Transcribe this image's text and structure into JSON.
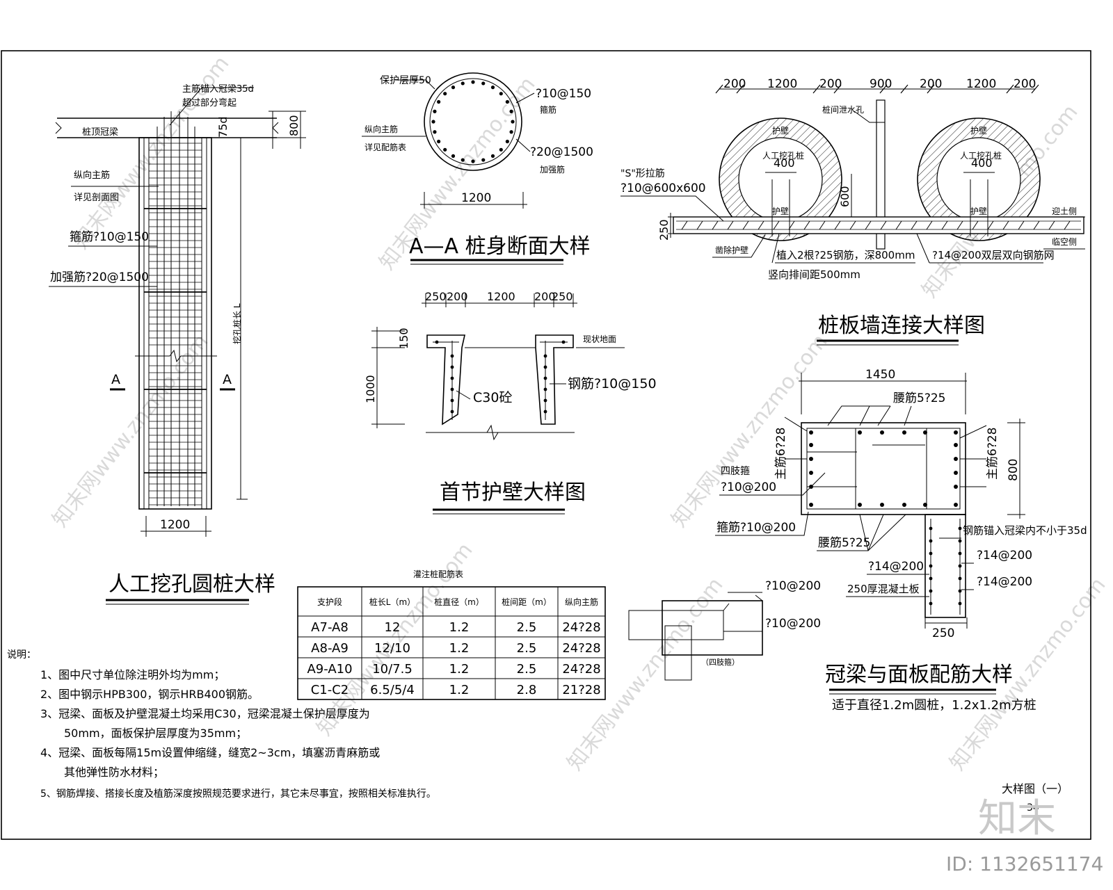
{
  "drawing": {
    "sheet_title": "大样图（一）",
    "sheet_no": "34",
    "logo_text": "知末",
    "id_text": "ID: 1132651174"
  },
  "pile": {
    "title": "人工挖孔圆桩大样",
    "cap_label": "桩顶冠梁",
    "top_note1": "主筋锚入冠梁35d",
    "top_note2": "超过部分弯起",
    "dim_75d": "75d",
    "dim_800": "800",
    "long_bar1": "纵向主筋",
    "long_bar2": "详见剖面图",
    "stirrup": "箍筋?10@150",
    "stiffener": "加强筋?20@1500",
    "length_label": "挖孔桩长 L",
    "section_mark": "A",
    "width": "1200"
  },
  "section_aa": {
    "title": "A—A 桩身断面大样",
    "cover": "保护层厚50",
    "long1": "纵向主筋",
    "long2": "详见配筋表",
    "stirrup_val": "?10@150",
    "stirrup_label": "箍筋",
    "stiff_val": "?20@1500",
    "stiff_label": "加强筋",
    "width": "1200"
  },
  "retaining": {
    "title": "首节护壁大样图",
    "dims": [
      "250",
      "200",
      "1200",
      "200",
      "250"
    ],
    "h150": "150",
    "h1000": "1000",
    "ground": "现状地面",
    "concrete": "C30砼",
    "rebar": "钢筋?10@150"
  },
  "wall_conn": {
    "title": "桩板墙连接大样图",
    "dims": [
      "200",
      "1200",
      "200",
      "900",
      "200",
      "1200",
      "200"
    ],
    "drain": "桩间泄水孔",
    "s_bar1": "\"S\"形拉筋",
    "s_bar2": "?10@600x600",
    "wall_l": "护壁",
    "pile_l": "人工挖孔桩",
    "d400": "400",
    "d600": "600",
    "d250": "250",
    "fill_side": "迎土侧",
    "air_side": "临空侧",
    "chisel": "凿除护壁",
    "insert": "植入2根?25钢筋，深800mm",
    "spacing": "竖向排间距500mm",
    "mesh": "?14@200双层双向钢筋网"
  },
  "cap_beam": {
    "title": "冠梁与面板配筋大样",
    "subtitle": "适于直径1.2m圆桩，1.2x1.2m方桩",
    "w1450": "1450",
    "h800": "800",
    "waist_top": "腰筋5?25",
    "waist_bot": "腰筋5?25",
    "main_l": "主筋6?28",
    "main_r": "主筋6?28",
    "four_leg": "四肢箍",
    "four_leg_val": "?10@200",
    "stirrup": "箍筋?10@200",
    "anchor": "钢筋锚入冠梁内不小于35d",
    "r14a": "?14@200",
    "r14b": "?14@200",
    "l14": "?14@200",
    "panel": "250厚混凝土板",
    "w250": "250"
  },
  "four_leg_detail": {
    "v1": "?10@200",
    "v2": "?10@200",
    "caption": "（四肢箍）"
  },
  "table": {
    "title": "灌注桩配筋表",
    "headers": [
      "支护段",
      "桩长L（m）",
      "桩直径（m）",
      "桩间距（m）",
      "纵向主筋"
    ],
    "rows": [
      [
        "A7-A8",
        "12",
        "1.2",
        "2.5",
        "24?28"
      ],
      [
        "A8-A9",
        "12/10",
        "1.2",
        "2.5",
        "24?28"
      ],
      [
        "A9-A10",
        "10/7.5",
        "1.2",
        "2.5",
        "24?28"
      ],
      [
        "C1-C2",
        "6.5/5/4",
        "1.2",
        "2.8",
        "21?28"
      ]
    ]
  },
  "notes": {
    "heading": "说明：",
    "lines": [
      "1、图中尺寸单位除注明外均为mm；",
      "2、图中钢示HPB300，钢示HRB400钢筋。",
      "3、冠梁、面板及护壁混凝土均采用C30，冠梁混凝土保护层厚度为",
      "50mm，面板保护层厚度为35mm；",
      "4、冠梁、面板每隔15m设置伸缩缝，缝宽2~3cm，填塞沥青麻筋或",
      "其他弹性防水材料；",
      "5、钢筋焊接、搭接长度及植筋深度按照规范要求进行，其它未尽事宜，按照相关标准执行。"
    ]
  },
  "watermarks": [
    "知末网www.znzmo.com"
  ]
}
